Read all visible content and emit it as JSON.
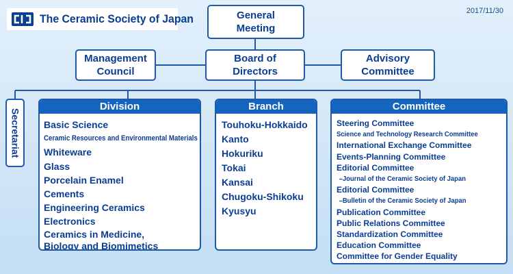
{
  "org": "The Ceramic Society of Japan",
  "date": "2017/11/30",
  "colors": {
    "navy": "#0b3d91",
    "border": "#1e5aa8",
    "header": "#1565c0",
    "bg": "#d4e8f8"
  },
  "boxes": {
    "general_meeting": "General\nMeeting",
    "board": "Board of\nDirectors",
    "management": "Management\nCouncil",
    "advisory": "Advisory\nCommittee",
    "secretariat": "Secretariat"
  },
  "division": {
    "title": "Division",
    "items": [
      "Basic Science",
      "Ceramic Resources and Environmental Materials",
      "Whiteware",
      "Glass",
      "Porcelain Enamel",
      "Cements",
      "Engineering Ceramics",
      "Electronics",
      "Ceramics in Medicine,\n Biology and Biomimetics"
    ]
  },
  "branch": {
    "title": "Branch",
    "items": [
      "Touhoku-Hokkaido",
      "Kanto",
      "Hokuriku",
      "Tokai",
      "Kansai",
      "Chugoku-Shikoku",
      "Kyusyu"
    ]
  },
  "committee": {
    "title": "Committee",
    "items": [
      "Steering Committee",
      "Science and Technology Research Committee",
      "International Exchange Committee",
      "Events-Planning Committee",
      "Editorial Committee",
      "–Journal of the Ceramic Society of Japan",
      "Editorial Committee",
      "–Bulletin of the Ceramic Society of Japan",
      "Publication Committee",
      "Public Relations Committee",
      "Standardization Committee",
      "Education Committee",
      "Committee for Gender Equality"
    ]
  }
}
